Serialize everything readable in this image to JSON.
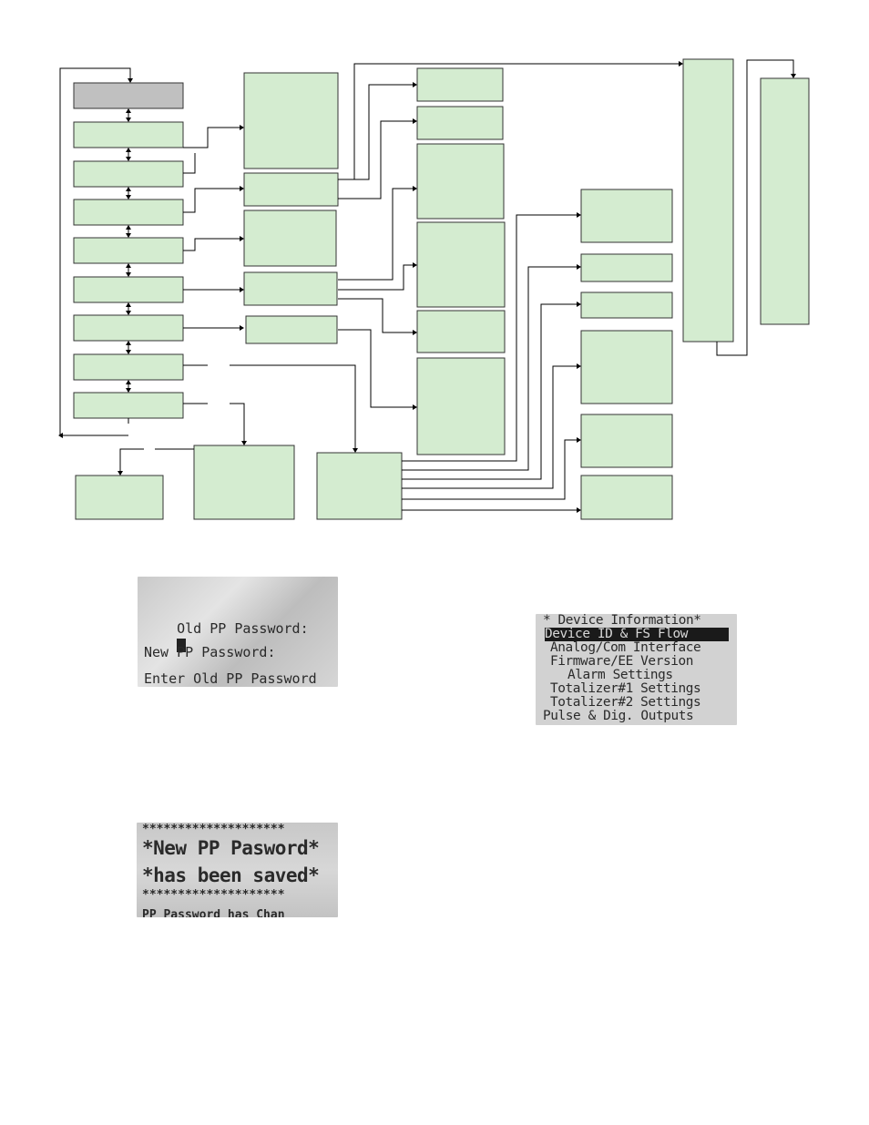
{
  "diagram": {
    "colors": {
      "box_fill": "#d4ecd0",
      "top_box_fill": "#c0c0c0",
      "stroke": "#333333"
    }
  },
  "screens": {
    "old_password": {
      "line1": "Old PP Password:",
      "line2": "New PP Password:",
      "line3": "Enter Old PP Password"
    },
    "saved": {
      "border": "********************",
      "line1": "*New PP Pasword*",
      "line2": "*has been saved*",
      "footer": "PP Password has Chan"
    },
    "device_info": {
      "title": "* Device Information*",
      "items": [
        "Device ID & FS Flow",
        "Analog/Com Interface",
        "Firmware/EE Version",
        "Alarm Settings",
        "Totalizer#1 Settings",
        "Totalizer#2 Settings",
        "Pulse & Dig. Outputs"
      ]
    }
  }
}
